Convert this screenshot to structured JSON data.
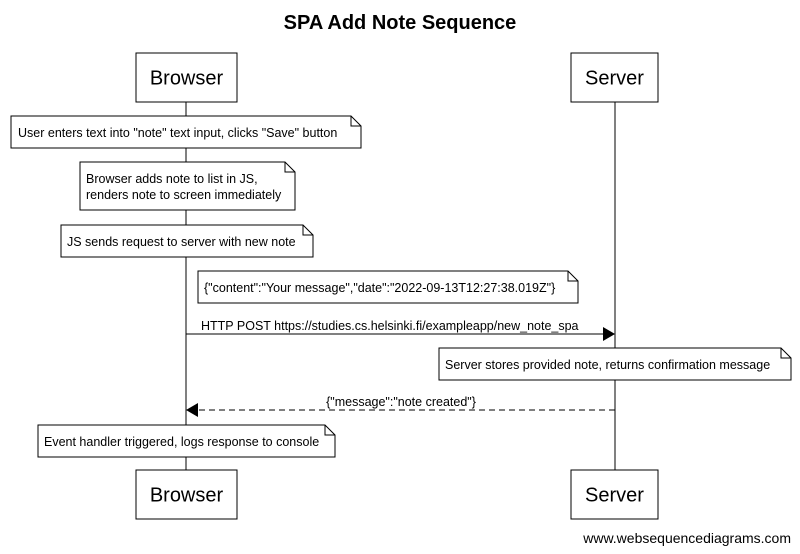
{
  "diagram": {
    "title": "SPA Add Note Sequence",
    "watermark": "www.websequencediagrams.com"
  },
  "actors": {
    "browser": "Browser",
    "server": "Server"
  },
  "notes": {
    "n1": "User enters text into \"note\" text input, clicks \"Save\" button",
    "n2_line1": "Browser adds note to list in JS,",
    "n2_line2": "renders note to screen immediately",
    "n3": "JS sends request to server with new note",
    "n4": "{\"content\":\"Your message\",\"date\":\"2022-09-13T12:27:38.019Z\"}",
    "n5": "Server stores provided note, returns confirmation message",
    "n6": "Event handler triggered, logs response to console"
  },
  "messages": {
    "m1": "HTTP POST https://studies.cs.helsinki.fi/exampleapp/new_note_spa",
    "m2": "{\"message\":\"note created\"}"
  }
}
